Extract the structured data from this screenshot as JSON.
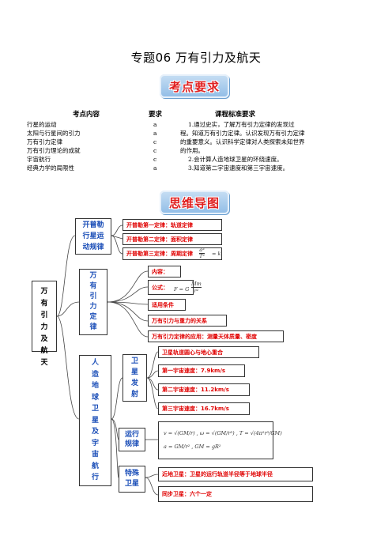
{
  "title": "专题06  万有引力及航天",
  "banner_requirements": "考点要求",
  "banner_mindmap": "思维导图",
  "table": {
    "headers": [
      "考点内容",
      "要求",
      "课程标准要求"
    ],
    "rows": [
      {
        "topic": "行星的运动",
        "level": "a"
      },
      {
        "topic": "太阳与行星间的引力",
        "level": "a"
      },
      {
        "topic": "万有引力定律",
        "level": "c"
      },
      {
        "topic": "万有引力理论的成就",
        "level": "c"
      },
      {
        "topic": "宇宙航行",
        "level": "c"
      },
      {
        "topic": "经典力学的局限性",
        "level": "a"
      }
    ],
    "standards": [
      "1.通过史实，了解万有引力定律的发现过",
      "程。知道万有引力定律。认识发现万有引力定律",
      "的重要意义。认识科学定律对人类探索未知世界",
      "的作用。",
      "2.会计算人造地球卫星的环绕速度。",
      "3.知道第二宇宙速度和第三宇宙速度。"
    ]
  },
  "mindmap": {
    "root": "万有引力及航天",
    "kepler": {
      "label": "开普勒行星运动规律",
      "items": [
        "开普勒第一定律：轨道定律",
        "开普勒第二定律：面积定律",
        "开普勒第三定律：周期定律"
      ],
      "third_law_formula": {
        "numerator": "a³",
        "denominator": "T²",
        "rhs": "= k"
      }
    },
    "gravitation": {
      "label": "万有引力定律",
      "items": [
        "内容：",
        "公式：",
        "适用条件",
        "万有引力与重力的关系",
        "万有引力定律的应用：测量天体质量、密度"
      ],
      "formula": {
        "lhs": "F = G",
        "numerator": "Mm",
        "denominator": "r²"
      }
    },
    "satellite": {
      "label": "人造地球卫星及宇宙航行",
      "launch": {
        "label": "卫星发射",
        "items": [
          "卫星轨道圆心与地心重合",
          "第一宇宙速度：7.9km/s",
          "第二宇宙速度：11.2km/s",
          "第三宇宙速度：16.7km/s"
        ]
      },
      "motion": {
        "label": "运行规律",
        "line1": "v = √(GM/r) , ω = √(GM/r³) , T = √(4π²r³/GM)",
        "line2": "a = GM/r² , GM = gR²"
      },
      "special": {
        "label": "特殊卫星",
        "items": [
          "近地卫星：卫星的运行轨道半径等于地球半径",
          "同步卫星：六个一定"
        ]
      }
    }
  }
}
